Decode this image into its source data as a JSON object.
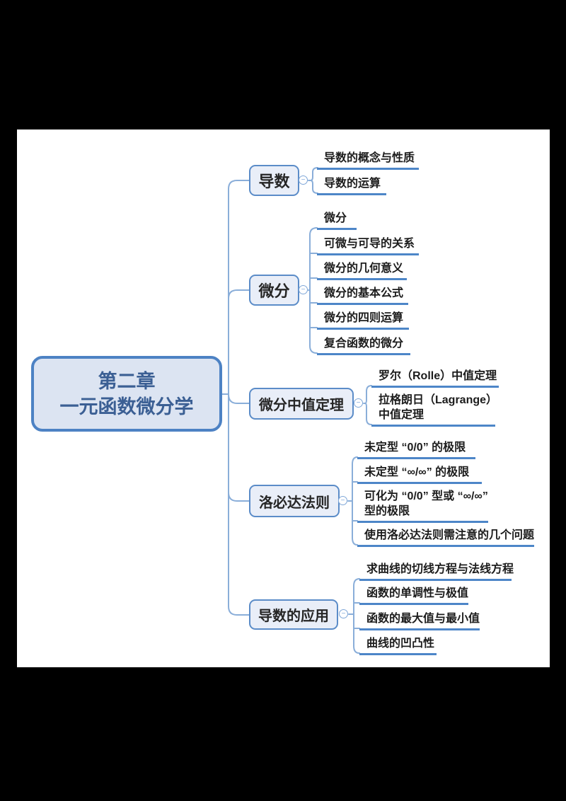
{
  "page": {
    "background": "#000000",
    "canvas_background": "#ffffff"
  },
  "colors": {
    "root_fill": "#dce4f2",
    "root_border": "#4d82c4",
    "root_text": "#3b5f94",
    "topic_fill": "#e9eef8",
    "topic_border": "#5b8cc8",
    "leaf_underline": "#4d86c8",
    "connector": "#8aaed9",
    "leaf_text": "#1c1c1c"
  },
  "mindmap": {
    "collapse_glyph": "−",
    "root": {
      "line1": "第二章",
      "line2": "一元函数微分学"
    },
    "branches": [
      {
        "label": "导数",
        "children": [
          "导数的概念与性质",
          "导数的运算"
        ]
      },
      {
        "label": "微分",
        "children": [
          "微分",
          "可微与可导的关系",
          "微分的几何意义",
          "微分的基本公式",
          "微分的四则运算",
          "复合函数的微分"
        ]
      },
      {
        "label": "微分中值定理",
        "children": [
          "罗尔（Rolle）中值定理",
          "拉格朗日（Lagrange）中值定理"
        ]
      },
      {
        "label": "洛必达法则",
        "children": [
          "未定型 “0/0” 的极限",
          "未定型 “∞/∞” 的极限",
          "可化为 “0/0” 型或 “∞/∞” 型的极限",
          "使用洛必达法则需注意的几个问题"
        ]
      },
      {
        "label": "导数的应用",
        "children": [
          "求曲线的切线方程与法线方程",
          "函数的单调性与极值",
          "函数的最大值与最小值",
          "曲线的凹凸性"
        ]
      }
    ]
  }
}
